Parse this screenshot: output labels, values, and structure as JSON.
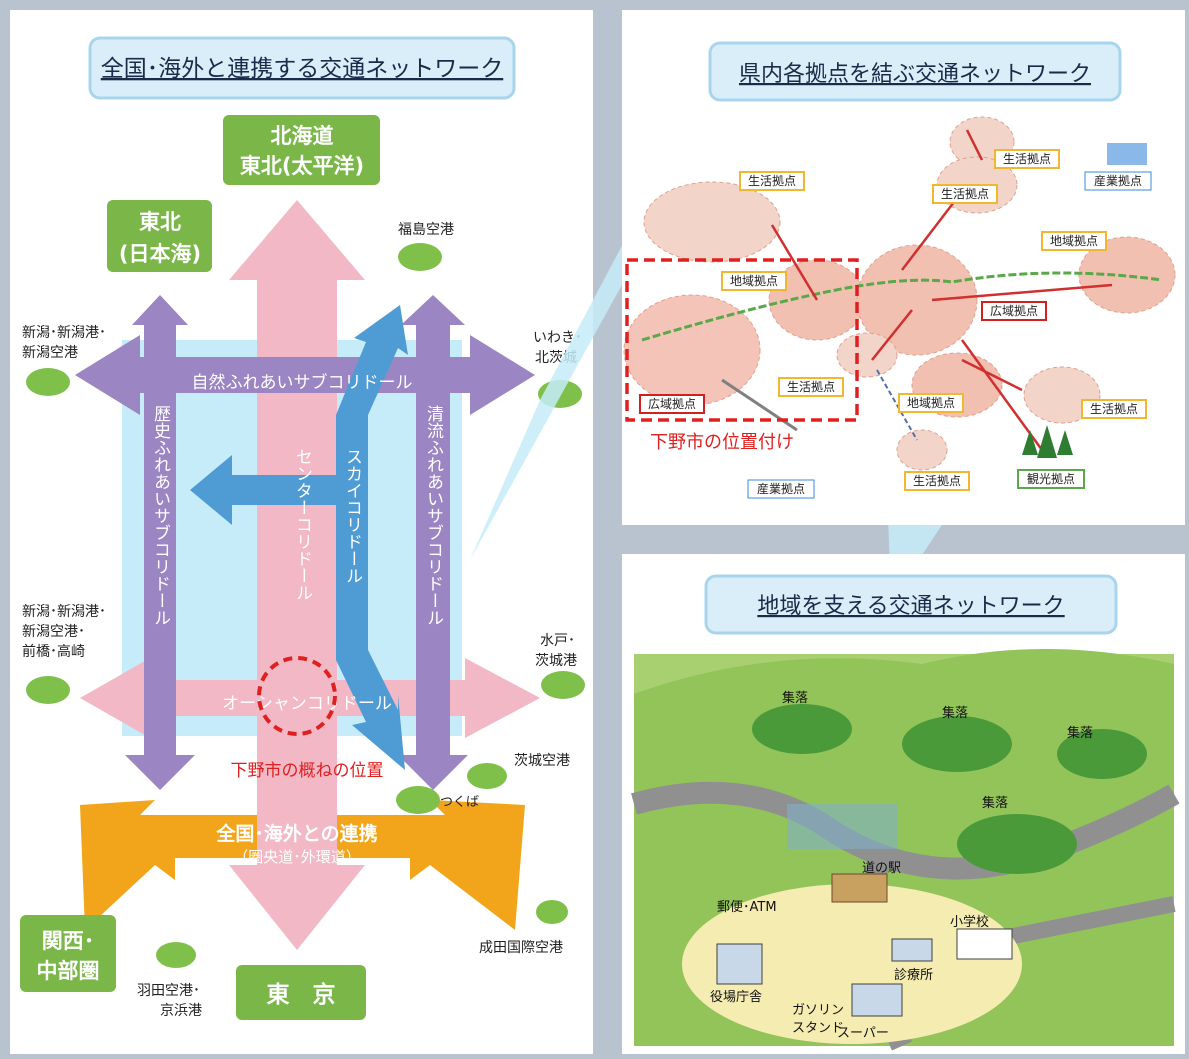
{
  "left_panel": {
    "title": "全国･海外と連携する交通ネットワーク",
    "regions": {
      "north_pacific_1": "北海道",
      "north_pacific_2": "東北(太平洋)",
      "tohoku_sea_1": "東北",
      "tohoku_sea_2": "(日本海)",
      "kansai_1": "関西･",
      "kansai_2": "中部圏",
      "tokyo": "東　京"
    },
    "places": {
      "fukushima": "福島空港",
      "niigata_top_1": "新潟･新潟港･",
      "niigata_top_2": "新潟空港",
      "iwaki_1": "いわき･",
      "iwaki_2": "北茨城",
      "niigata_mid_1": "新潟･新潟港･",
      "niigata_mid_2": "新潟空港･",
      "niigata_mid_3": "前橋･高崎",
      "mito_1": "水戸･",
      "mito_2": "茨城港",
      "ibaraki_airport": "茨城空港",
      "tsukuba": "つくば",
      "narita": "成田国際空港",
      "haneda_1": "羽田空港･",
      "haneda_2": "京浜港"
    },
    "corridors": {
      "nature": "自然ふれあいサブコリドール",
      "history": "歴史ふれあいサブコリドール",
      "seiryu": "清流ふれあいサブコリドール",
      "center": "センターコリドール",
      "sky": "スカイコリドール",
      "ocean": "オーシャンコリドール"
    },
    "shimotsuke_position": "下野市の概ねの位置",
    "national_1": "全国･海外との連携",
    "national_2": "（圏央道･外環道）"
  },
  "top_right_panel": {
    "title": "県内各拠点を結ぶ交通ネットワーク",
    "labels": {
      "life_1": "生活拠点",
      "life_2": "生活拠点",
      "life_3": "生活拠点",
      "life_4": "生活拠点",
      "life_5": "生活拠点",
      "life_6": "生活拠点",
      "regional_1": "地域拠点",
      "regional_2": "地域拠点",
      "regional_3": "地域拠点",
      "wide_1": "広域拠点",
      "wide_2": "広域拠点",
      "industry_1": "産業拠点",
      "industry_2": "産業拠点",
      "tourism": "観光拠点"
    },
    "shimotsuke_positioning": "下野市の位置付け"
  },
  "bottom_right_panel": {
    "title": "地域を支える交通ネットワーク",
    "labels": {
      "village_1": "集落",
      "village_2": "集落",
      "village_3": "集落",
      "village_4": "集落",
      "roadside_station": "道の駅",
      "post_atm": "郵便･ATM",
      "school": "小学校",
      "clinic": "診療所",
      "town_hall": "役場庁舎",
      "gas_1": "ガソリン",
      "gas_2": "スタンド",
      "super": "スーパー"
    }
  },
  "colors": {
    "green_box": "#7ab648",
    "pink_arrow": "#f2b8c6",
    "purple_arrow": "#9b85c2",
    "blue_arrow": "#4f9bd3",
    "orange_arrow": "#f2a51a",
    "light_blue_area": "#c6ecf9",
    "red_dash": "#e02020"
  }
}
